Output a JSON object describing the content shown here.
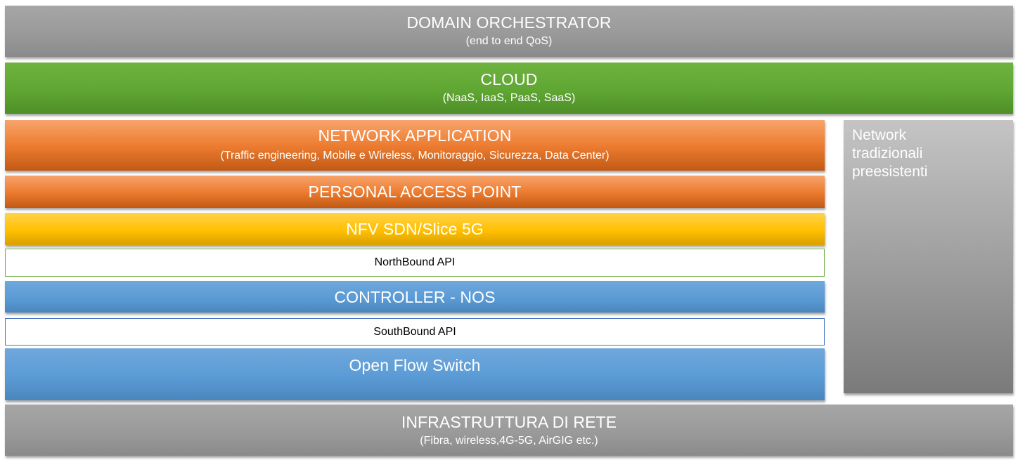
{
  "layers": {
    "domain_orchestrator": {
      "title": "DOMAIN ORCHESTRATOR",
      "subtitle": "(end to end QoS)",
      "color": "#9a9a9a"
    },
    "cloud": {
      "title": "CLOUD",
      "subtitle": "(NaaS, IaaS, PaaS, SaaS)",
      "color": "#5fa632"
    },
    "network_application": {
      "title": "NETWORK APPLICATION",
      "subtitle": "(Traffic engineering, Mobile e Wireless, Monitoraggio, Sicurezza, Data Center)",
      "color": "#ed7d31"
    },
    "personal_access_point": {
      "title": "PERSONAL ACCESS POINT",
      "color": "#ed7d31"
    },
    "nfv_sdn": {
      "title": "NFV SDN/Slice 5G",
      "color": "#ffc000"
    },
    "northbound_api": {
      "title": "NorthBound API",
      "border_color": "#70ad47"
    },
    "controller_nos": {
      "title": "CONTROLLER - NOS",
      "color": "#5b9bd5"
    },
    "southbound_api": {
      "title": "SouthBound API",
      "border_color": "#4472c4"
    },
    "open_flow_switch": {
      "title": "Open Flow Switch",
      "color": "#5b9bd5"
    },
    "network_tradizionali": {
      "title": "Network\ntradizionali\npreesistenti",
      "color": "#a4a4a4"
    },
    "infrastruttura": {
      "title": "INFRASTRUTTURA DI RETE",
      "subtitle": "(Fibra, wireless,4G-5G, AirGIG etc.)",
      "color": "#9a9a9a"
    }
  }
}
